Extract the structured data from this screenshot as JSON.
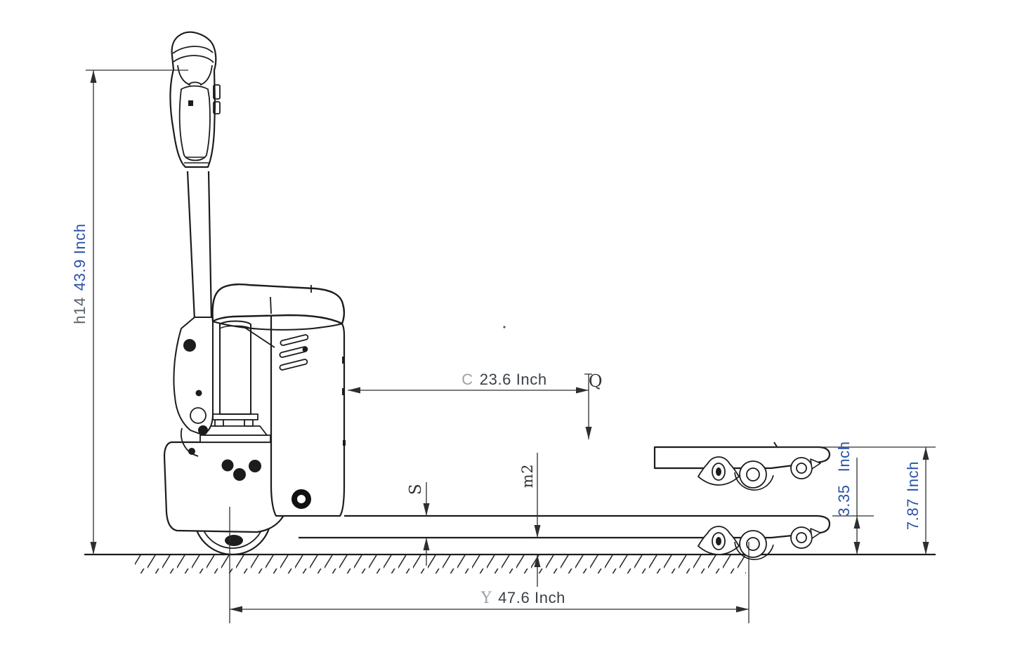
{
  "drawing": {
    "title": "Electric pallet truck side view dimensional drawing",
    "unit": "Inch",
    "colors": {
      "line": "#1c1c1c",
      "dimension_line": "#2e2e2e",
      "value_blue": "#2a52a8",
      "value_dark": "#3a4148",
      "prefix_gray": "#9aa2a8",
      "prefix_dark_gray": "#5a626a",
      "symbol_dark": "#2f343a"
    },
    "dimensions": {
      "overall_height": {
        "prefix": "h14",
        "value": "43.9 Inch"
      },
      "head_length": {
        "prefix": "C",
        "value": "23.6 Inch"
      },
      "load_center_symbol": {
        "label": "Q"
      },
      "fork_thickness_symbol": {
        "label": "S"
      },
      "ground_clearance_symbol": {
        "label": "m2"
      },
      "fork_height_lowered": {
        "value": "3.35",
        "unit": "Inch"
      },
      "fork_height_raised": {
        "value": "7.87",
        "unit": "Inch"
      },
      "wheelbase": {
        "prefix": "Y",
        "value": "47.6 Inch"
      }
    }
  }
}
